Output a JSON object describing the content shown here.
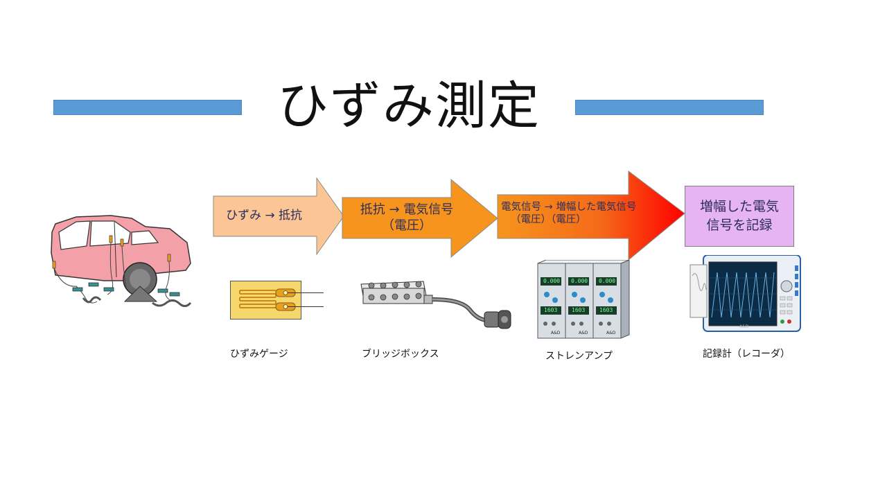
{
  "slide": {
    "title": "ひずみ測定"
  },
  "flow": {
    "step1": "ひずみ → 抵抗",
    "step2_line1": "抵抗 → 電気信号",
    "step2_line2": "（電圧）",
    "step3_line1": "電気信号 → 増幅した電気信号",
    "step3_line2": "（電圧）（電圧）",
    "step4_line1": "増幅した電気",
    "step4_line2": "信号を記録"
  },
  "devices": {
    "amp_display_top": "0.000",
    "amp_display_1": "1603",
    "amp_display_2": "1603",
    "amp_display_3": "1603",
    "brand": "A&D"
  },
  "captions": {
    "gauge": "ひずみゲージ",
    "bridge": "ブリッジボックス",
    "amp": "ストレンアンプ",
    "recorder": "記録計（レコーダ）"
  },
  "colors": {
    "bar": "#5b9bd5",
    "arrow1": "#fbc596",
    "arrow2": "#f7941d",
    "arrow3_start": "#f7941d",
    "arrow3_end": "#ff0000",
    "box4": "#e6b4f2"
  }
}
